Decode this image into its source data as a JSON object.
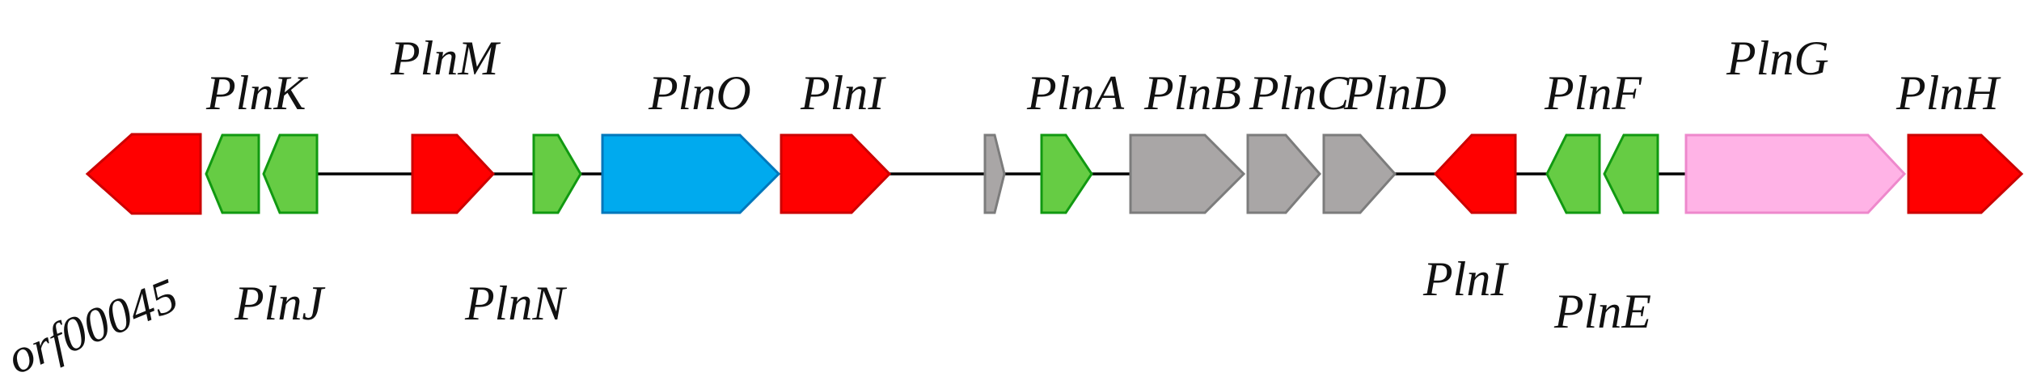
{
  "colors": {
    "red": "#ff0000",
    "red_stroke": "#cc0000",
    "green": "#66cc44",
    "green_stroke": "#119911",
    "blue": "#00aaee",
    "blue_stroke": "#0077bb",
    "gray": "#a9a6a6",
    "gray_stroke": "#7c7c7c",
    "pink": "#ffb3e6",
    "pink_stroke": "#ee88cc",
    "line": "#000000"
  },
  "genes": [
    {
      "id": "orf00045",
      "direction": "left",
      "color": "red"
    },
    {
      "id": "PlnK",
      "direction": "left",
      "color": "green"
    },
    {
      "id": "PlnJ",
      "direction": "left",
      "color": "green"
    },
    {
      "id": "PlnM",
      "direction": "right",
      "color": "red"
    },
    {
      "id": "PlnN",
      "direction": "right",
      "color": "green"
    },
    {
      "id": "PlnO",
      "direction": "right",
      "color": "blue"
    },
    {
      "id": "PlnI-1",
      "direction": "right",
      "color": "red"
    },
    {
      "id": "small",
      "direction": "right",
      "color": "gray"
    },
    {
      "id": "PlnA",
      "direction": "right",
      "color": "green"
    },
    {
      "id": "PlnB",
      "direction": "right",
      "color": "gray"
    },
    {
      "id": "PlnC",
      "direction": "right",
      "color": "gray"
    },
    {
      "id": "PlnD",
      "direction": "right",
      "color": "gray"
    },
    {
      "id": "PlnI-2",
      "direction": "left",
      "color": "red"
    },
    {
      "id": "PlnF",
      "direction": "left",
      "color": "green"
    },
    {
      "id": "PlnE",
      "direction": "left",
      "color": "green"
    },
    {
      "id": "PlnG",
      "direction": "right",
      "color": "pink"
    },
    {
      "id": "PlnH",
      "direction": "right",
      "color": "red"
    }
  ],
  "labels": {
    "orf00045": "orf00045",
    "plnK": "PlnK",
    "plnJ": "PlnJ",
    "plnM": "PlnM",
    "plnN": "PlnN",
    "plnO": "PlnO",
    "plnI_top": "PlnI",
    "plnA": "PlnA",
    "plnB": "PlnB",
    "plnC": "PlnC",
    "plnD": "PlnD",
    "plnI_bottom": "PlnI",
    "plnF": "PlnF",
    "plnE": "PlnE",
    "plnG": "PlnG",
    "plnH": "PlnH"
  }
}
